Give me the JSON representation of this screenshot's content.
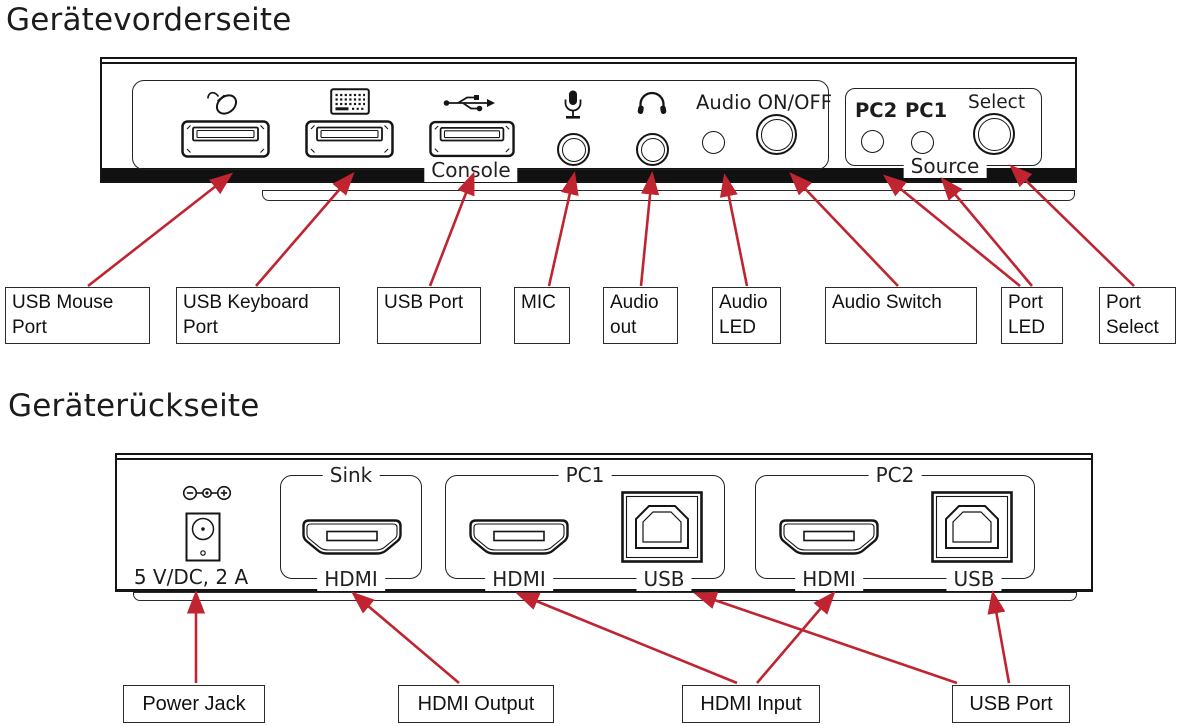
{
  "front": {
    "title": "Gerätevorderseite",
    "panel": {
      "console": "Console",
      "audio_onoff": "Audio ON/OFF",
      "pc2": "PC2",
      "pc1": "PC1",
      "select": "Select",
      "source": "Source"
    },
    "callouts": [
      {
        "label": "USB Mouse Port"
      },
      {
        "label": "USB Keyboard Port"
      },
      {
        "label": "USB Port"
      },
      {
        "label": "MIC"
      },
      {
        "label": "Audio out"
      },
      {
        "label": "Audio LED"
      },
      {
        "label": "Audio Switch"
      },
      {
        "label": "Port LED"
      },
      {
        "label": "Port Select"
      }
    ]
  },
  "back": {
    "title": "Geräterückseite",
    "panel": {
      "power_rating": "5 V/DC, 2 A",
      "sink": "Sink",
      "pc1": "PC1",
      "pc2": "PC2",
      "hdmi": "HDMI",
      "usb": "USB"
    },
    "callouts": [
      {
        "label": "Power Jack"
      },
      {
        "label": "HDMI Output"
      },
      {
        "label": "HDMI Input"
      },
      {
        "label": "USB Port"
      }
    ]
  },
  "colors": {
    "arrow": "#bf2430",
    "line": "#151515"
  }
}
